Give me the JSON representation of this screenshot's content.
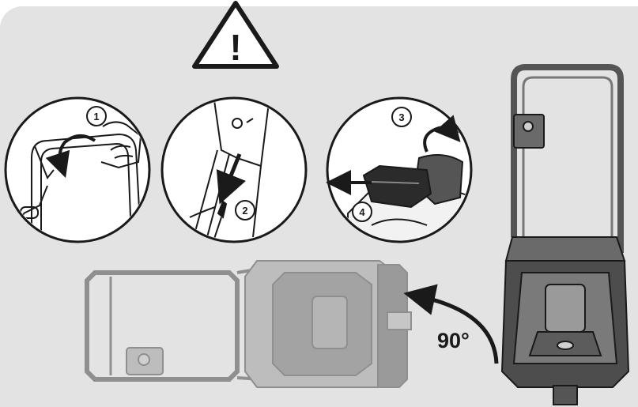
{
  "warning": {
    "symbol": "!"
  },
  "steps": [
    {
      "number": "1"
    },
    {
      "number": "2"
    },
    {
      "number": "3"
    },
    {
      "number": "4"
    }
  ],
  "rotation": {
    "label": "90°"
  },
  "colors": {
    "background": "#e3e3e3",
    "circle_fill": "#ffffff",
    "outline": "#1a1a1a",
    "ghost": "#a8a8a8",
    "mower_dark": "#5a5a5a",
    "mower_mid": "#8c8c8c"
  }
}
